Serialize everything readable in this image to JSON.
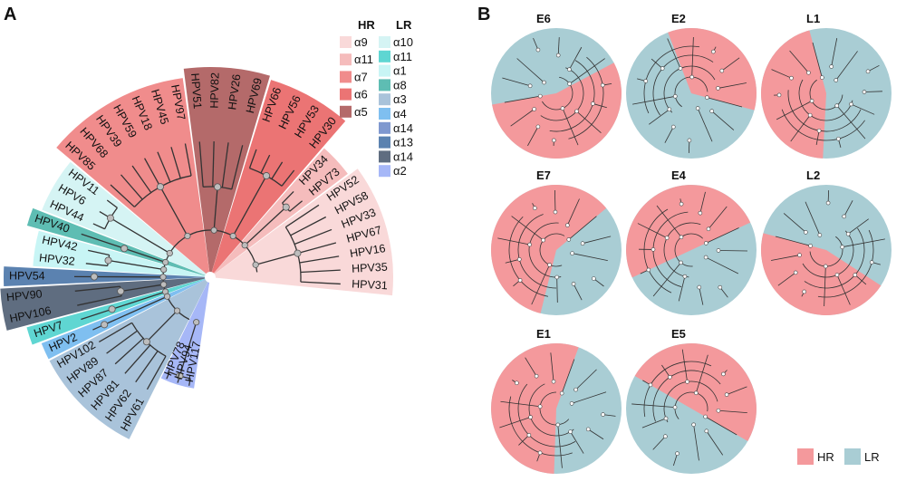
{
  "panels": {
    "a_label": "A",
    "b_label": "B"
  },
  "legend": {
    "hr_header": "HR",
    "lr_header": "LR",
    "hr_items": [
      {
        "label": "α9",
        "color": "#f9d9d9"
      },
      {
        "label": "α11",
        "color": "#f5bcbc"
      },
      {
        "label": "α7",
        "color": "#f08c8c"
      },
      {
        "label": "α6",
        "color": "#eb7474"
      },
      {
        "label": "α5",
        "color": "#b46a6a"
      }
    ],
    "lr_items": [
      {
        "label": "α10",
        "color": "#d5f4f4"
      },
      {
        "label": "α11",
        "color": "#5fd6d2"
      },
      {
        "label": "α1",
        "color": "#c8f5f5"
      },
      {
        "label": "α8",
        "color": "#5ebdb3"
      },
      {
        "label": "α3",
        "color": "#a9c3da"
      },
      {
        "label": "α4",
        "color": "#7fbff0"
      },
      {
        "label": "α14",
        "color": "#7f98cf"
      },
      {
        "label": "α13",
        "color": "#5b82b0"
      },
      {
        "label": "α14",
        "color": "#5f6d80"
      },
      {
        "label": "α2",
        "color": "#a6b7f7"
      }
    ]
  },
  "tree": {
    "clades": [
      {
        "group": "α9",
        "color": "#f9d9d9",
        "leaves": [
          "HPV31",
          "HPV35",
          "HPV16",
          "HPV67",
          "HPV33",
          "HPV58",
          "HPV52"
        ]
      },
      {
        "group": "α11",
        "color": "#f5bcbc",
        "leaves": [
          "HPV73",
          "HPV34"
        ]
      },
      {
        "group": "α6",
        "color": "#eb7474",
        "leaves": [
          "HPV30",
          "HPV53",
          "HPV56",
          "HPV66"
        ]
      },
      {
        "group": "α5",
        "color": "#b46a6a",
        "leaves": [
          "HPV69",
          "HPV26",
          "HPV82",
          "HPV51"
        ]
      },
      {
        "group": "α7",
        "color": "#f08c8c",
        "leaves": [
          "HPV97",
          "HPV45",
          "HPV18",
          "HPV59",
          "HPV39",
          "HPV68",
          "HPV85"
        ]
      },
      {
        "group": "α10",
        "color": "#d5f4f4",
        "leaves": [
          "HPV11",
          "HPV6",
          "HPV44"
        ]
      },
      {
        "group": "α8",
        "color": "#5ebdb3",
        "leaves": [
          "HPV40"
        ]
      },
      {
        "group": "α1",
        "color": "#c8f5f5",
        "leaves": [
          "HPV42",
          "HPV32"
        ]
      },
      {
        "group": "α13",
        "color": "#5b82b0",
        "leaves": [
          "HPV54"
        ]
      },
      {
        "group": "α14",
        "color": "#5f6d80",
        "leaves": [
          "HPV90",
          "HPV106"
        ]
      },
      {
        "group": "α11",
        "color": "#5fd6d2",
        "leaves": [
          "HPV7"
        ]
      },
      {
        "group": "α4",
        "color": "#7fbff0",
        "leaves": [
          "HPV2"
        ]
      },
      {
        "group": "α3",
        "color": "#a9c3da",
        "leaves": [
          "HPV102",
          "HPV89",
          "HPV87",
          "HPV81",
          "HPV62",
          "HPV61"
        ]
      },
      {
        "group": "α14",
        "color": "#a6b7f7",
        "leaves": [
          "HPV78",
          "HPV94",
          "HPV117"
        ]
      }
    ]
  },
  "mini_trees": [
    {
      "title": "E6",
      "hr_fraction": 0.55
    },
    {
      "title": "E2",
      "hr_fraction": 0.35
    },
    {
      "title": "L1",
      "hr_fraction": 0.45
    },
    {
      "title": "E7",
      "hr_fraction": 0.6
    },
    {
      "title": "E4",
      "hr_fraction": 0.5
    },
    {
      "title": "L2",
      "hr_fraction": 0.45
    },
    {
      "title": "E1",
      "hr_fraction": 0.55
    },
    {
      "title": "E5",
      "hr_fraction": 0.5
    }
  ],
  "mini_legend": {
    "hr_label": "HR",
    "hr_color": "#f4999c",
    "lr_label": "LR",
    "lr_color": "#a9cdd4"
  }
}
